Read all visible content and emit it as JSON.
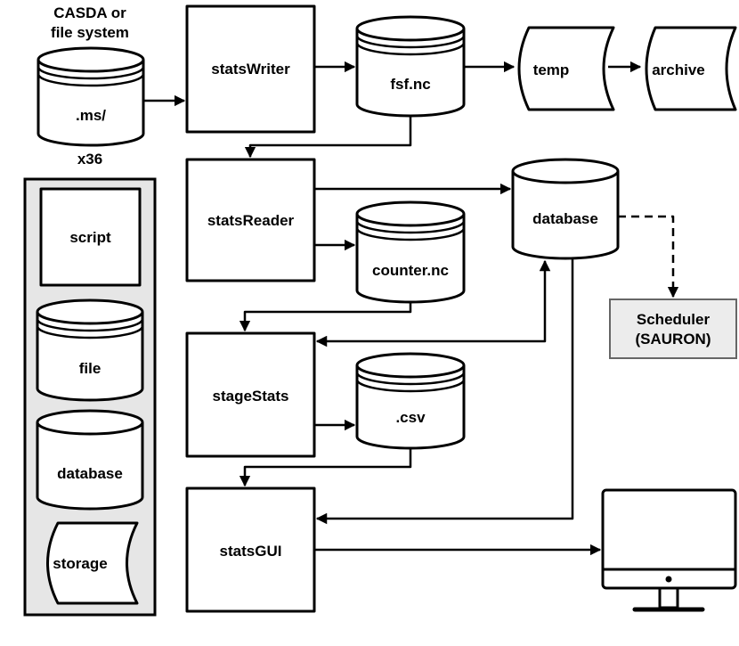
{
  "diagram": {
    "nodes": {
      "source": {
        "label1": "CASDA or",
        "label2": "file system",
        "inner": ".ms/",
        "count": "x36"
      },
      "stats_writer": {
        "label": "statsWriter"
      },
      "fsf": {
        "label": "fsf.nc"
      },
      "temp": {
        "label": "temp"
      },
      "archive": {
        "label": "archive"
      },
      "stats_reader": {
        "label": "statsReader"
      },
      "database": {
        "label": "database"
      },
      "counter": {
        "label": "counter.nc"
      },
      "scheduler": {
        "label1": "Scheduler",
        "label2": "(SAURON)"
      },
      "stage_stats": {
        "label": "stageStats"
      },
      "csv": {
        "label": ".csv"
      },
      "stats_gui": {
        "label": "statsGUI"
      },
      "monitor": {
        "icon": "monitor-icon"
      }
    },
    "legend": {
      "script": "script",
      "file": "file",
      "database": "database",
      "storage": "storage"
    },
    "edges": [
      {
        "from": "source",
        "to": "stats_writer",
        "style": "solid"
      },
      {
        "from": "stats_writer",
        "to": "fsf",
        "style": "solid"
      },
      {
        "from": "fsf",
        "to": "temp",
        "style": "solid"
      },
      {
        "from": "temp",
        "to": "archive",
        "style": "solid"
      },
      {
        "from": "fsf",
        "to": "stats_reader",
        "style": "solid"
      },
      {
        "from": "stats_reader",
        "to": "database",
        "style": "solid"
      },
      {
        "from": "stats_reader",
        "to": "counter",
        "style": "solid"
      },
      {
        "from": "database",
        "to": "scheduler",
        "style": "dashed"
      },
      {
        "from": "counter",
        "to": "stage_stats",
        "style": "solid"
      },
      {
        "from": "stage_stats",
        "to": "database",
        "style": "solid",
        "bidirectional": true
      },
      {
        "from": "stage_stats",
        "to": "csv",
        "style": "solid"
      },
      {
        "from": "csv",
        "to": "stats_gui",
        "style": "solid"
      },
      {
        "from": "database",
        "to": "stats_gui",
        "style": "solid"
      },
      {
        "from": "stats_gui",
        "to": "monitor",
        "style": "solid"
      }
    ],
    "colors": {
      "line": "#000000",
      "legend_bg": "#e6e6e6",
      "scheduler_bg": "#ececec",
      "scheduler_border": "#666666"
    }
  }
}
